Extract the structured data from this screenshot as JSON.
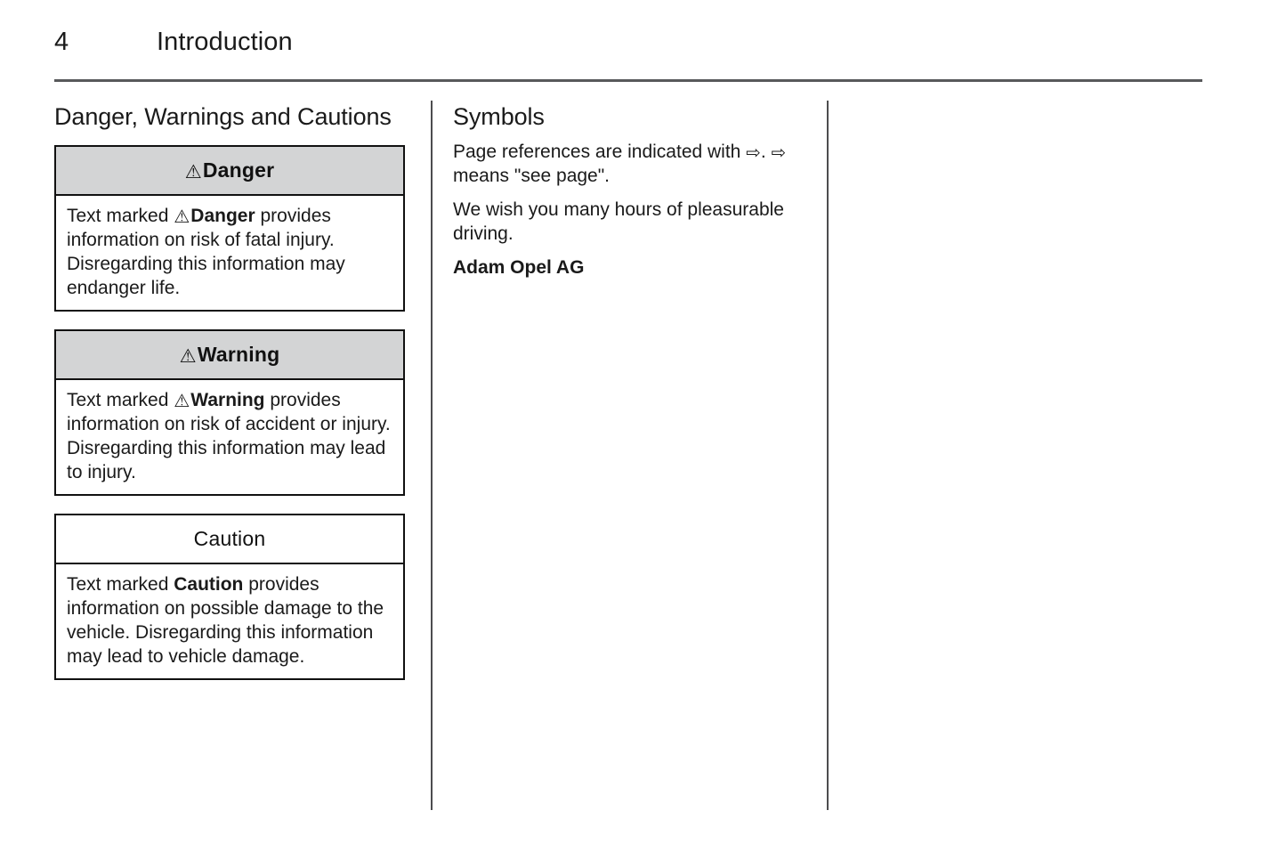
{
  "page": {
    "folio": "4",
    "chapter": "Introduction"
  },
  "glyphs": {
    "warning_triangle": "⚠",
    "page_reference_arrow": "⇨"
  },
  "colors": {
    "notice_head_shade": "#d3d4d5",
    "rule": "#58595b",
    "text": "#1a1a1a",
    "border": "#111111"
  },
  "left_column": {
    "title": "Danger, Warnings and Cautions",
    "notices": [
      {
        "id": "danger",
        "shaded": true,
        "has_icon": true,
        "heading": "Danger",
        "body_lead": "Text marked",
        "body_keyword": "Danger",
        "body_rest": "provides information on risk of fatal injury. Disregarding this information may endanger life."
      },
      {
        "id": "warning",
        "shaded": true,
        "has_icon": true,
        "heading": "Warning",
        "body_lead": "Text marked",
        "body_keyword": "Warning",
        "body_rest": "provides information on risk of accident or injury. Disregarding this information may lead to injury."
      },
      {
        "id": "caution",
        "shaded": false,
        "has_icon": false,
        "heading": "Caution",
        "body_lead": "Text marked",
        "body_keyword": "Caution",
        "body_rest": "provides information on possible damage to the vehicle. Disregarding this information may lead to vehicle damage."
      }
    ]
  },
  "middle_column": {
    "title": "Symbols",
    "paragraph_1_part_a": "Page references are indicated with",
    "paragraph_1_part_b": ".",
    "paragraph_1_part_c": "means \"see page\".",
    "paragraph_2": "We wish you many hours of pleasurable driving.",
    "signature": "Adam Opel AG"
  }
}
